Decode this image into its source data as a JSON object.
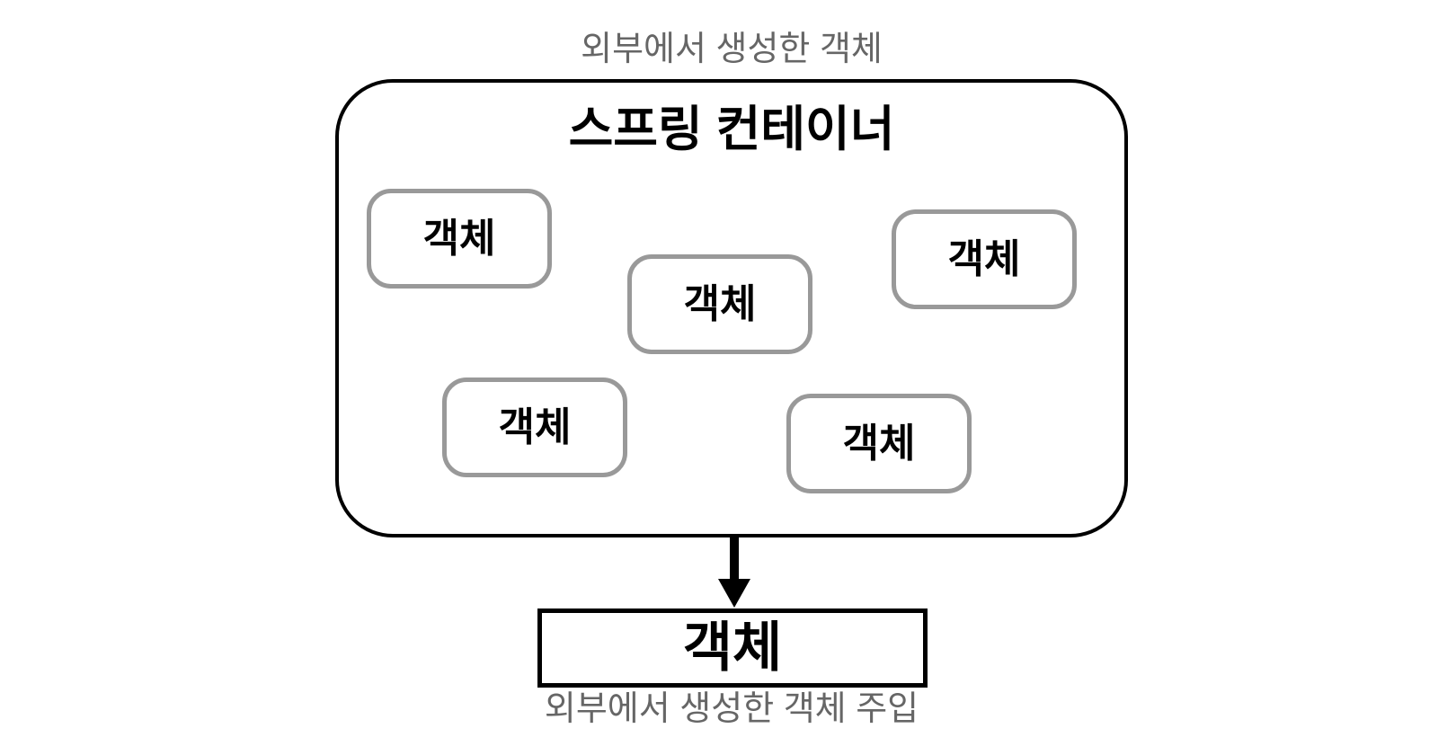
{
  "diagram": {
    "top_caption": "외부에서 생성한 객체",
    "container": {
      "title": "스프링 컨테이너",
      "objects": [
        {
          "label": "객체"
        },
        {
          "label": "객체"
        },
        {
          "label": "객체"
        },
        {
          "label": "객체"
        },
        {
          "label": "객체"
        }
      ]
    },
    "arrow": {
      "direction": "down"
    },
    "injected_object": {
      "label": "객체"
    },
    "bottom_caption": "외부에서 생성한 객체 주입",
    "colors": {
      "outline": "#000000",
      "object_border": "#999999",
      "caption_text": "#666666",
      "background": "#ffffff"
    }
  }
}
